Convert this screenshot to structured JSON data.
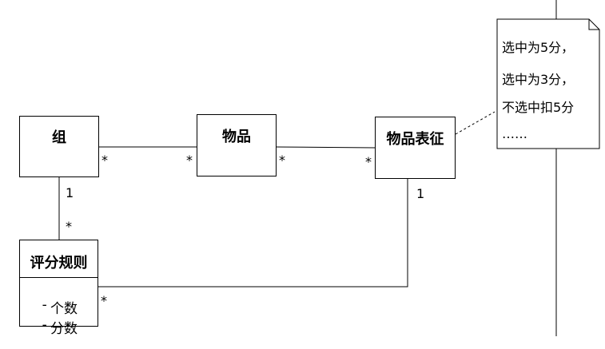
{
  "classes": {
    "group": {
      "name": "组"
    },
    "item": {
      "name": "物品"
    },
    "item_repr": {
      "name": "物品表征"
    },
    "rule": {
      "name": "评分规则",
      "attributes": [
        {
          "marker": "-",
          "name": "个数"
        },
        {
          "marker": "-",
          "name": "分数"
        }
      ]
    }
  },
  "multiplicities": {
    "group_item_left": "*",
    "group_item_right": "*",
    "item_repr_left": "*",
    "item_repr_right": "*",
    "group_rule_top": "1",
    "group_rule_bottom": "*",
    "repr_rule_top": "1",
    "repr_rule_bottom": "*"
  },
  "note": {
    "lines": [
      "选中为5分，",
      "选中为3分，",
      "不选中扣5分",
      "……"
    ]
  },
  "colors": {
    "line": "#000000",
    "frame_line": "#808080",
    "background": "#ffffff"
  }
}
